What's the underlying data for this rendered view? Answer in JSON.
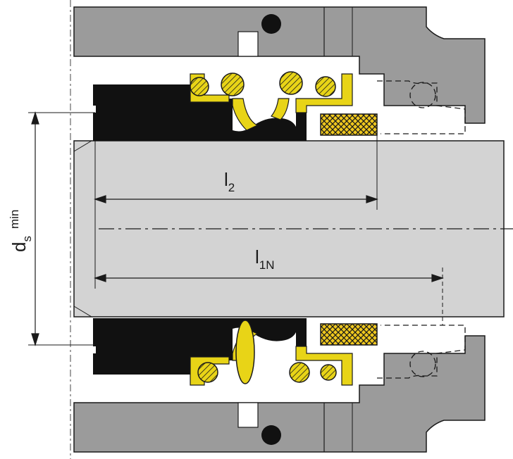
{
  "labels": {
    "l2": {
      "main": "l",
      "sub": "2"
    },
    "l1n": {
      "main": "l",
      "sub": "1N"
    },
    "ds_min": {
      "main": "d",
      "sub": "s",
      "sup": "min"
    }
  },
  "colors": {
    "housing": "#9b9b9b",
    "shaft": "#d3d3d3",
    "rubber": "#111111",
    "spring_yellow": "#e8d417",
    "seat_yellow": "#f0c81e",
    "outline": "#1a1a1a"
  }
}
